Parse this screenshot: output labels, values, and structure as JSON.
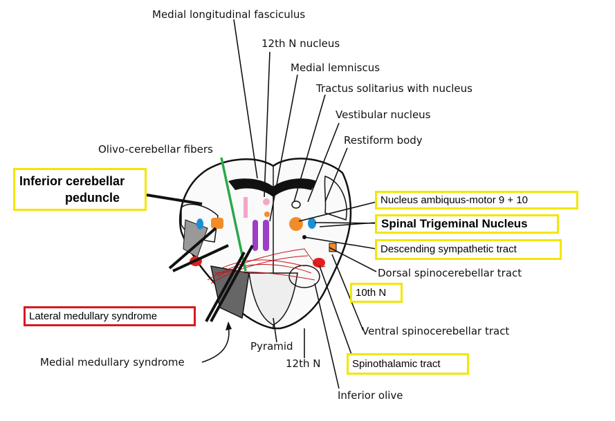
{
  "labels": {
    "medial_longitudinal_fasciculus": "Medial longitudinal fasciculus",
    "nucleus_12th": "12th N nucleus",
    "medial_lemniscus": "Medial lemniscus",
    "tractus_solitarius": "Tractus solitarius with nucleus",
    "vestibular_nucleus": "Vestibular nucleus",
    "restiform_body": "Restiform body",
    "olivo_cerebellar_fibers": "Olivo-cerebellar fibers",
    "dorsal_spinocerebellar": "Dorsal spinocerebellar tract",
    "ventral_spinocerebellar": "Ventral spinocerebellar tract",
    "medial_medullary_syndrome": "Medial medullary syndrome",
    "pyramid": "Pyramid",
    "nerve_12th": "12th N",
    "inferior_olive": "Inferior olive"
  },
  "boxes": {
    "inferior_cerebellar_peduncle_line1": "Inferior cerebellar",
    "inferior_cerebellar_peduncle_line2": "peduncle",
    "nucleus_ambiguus": "Nucleus ambiquus-motor 9 + 10",
    "spinal_trigeminal_nucleus": "Spinal Trigeminal Nucleus",
    "descending_sympathetic": "Descending sympathetic tract",
    "tenth_n": "10th N",
    "lateral_medullary_syndrome": "Lateral medullary syndrome",
    "spinothalamic_tract": "Spinothalamic tract"
  },
  "colors": {
    "highlight_box": "#f2e600",
    "lateral_syndrome_box": "#d71920",
    "nucleus_ambiguus_orange": "#f28c28",
    "spinal_trigeminal_blue": "#1a8fd6",
    "spinothalamic_red": "#e0201c",
    "medial_lemniscus_purple": "#9b3fc4",
    "olivo_cerebellar_green": "#2aa84a",
    "pink_mlf": "#f4a6c8",
    "fiber_red": "#c0141a"
  }
}
